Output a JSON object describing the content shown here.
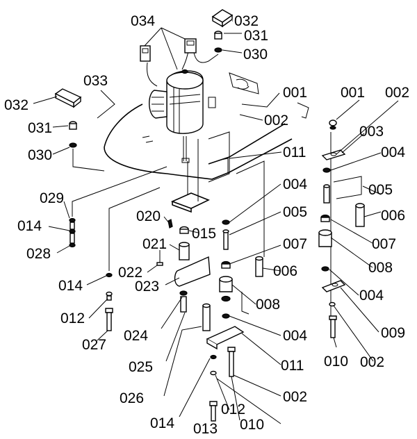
{
  "diagram": {
    "callouts": [
      {
        "id": "c034",
        "label": "034"
      },
      {
        "id": "c032a",
        "label": "032"
      },
      {
        "id": "c031a",
        "label": "031"
      },
      {
        "id": "c030a",
        "label": "030"
      },
      {
        "id": "c033",
        "label": "033"
      },
      {
        "id": "c032b",
        "label": "032"
      },
      {
        "id": "c031b",
        "label": "031"
      },
      {
        "id": "c030b",
        "label": "030"
      },
      {
        "id": "c001a",
        "label": "001"
      },
      {
        "id": "c002a",
        "label": "002"
      },
      {
        "id": "c001b",
        "label": "001"
      },
      {
        "id": "c002b",
        "label": "002"
      },
      {
        "id": "c003",
        "label": "003"
      },
      {
        "id": "c004a",
        "label": "004"
      },
      {
        "id": "c011a",
        "label": "011"
      },
      {
        "id": "c004b",
        "label": "004"
      },
      {
        "id": "c005a",
        "label": "005"
      },
      {
        "id": "c005b",
        "label": "005"
      },
      {
        "id": "c006a",
        "label": "006"
      },
      {
        "id": "c029",
        "label": "029"
      },
      {
        "id": "c014a",
        "label": "014"
      },
      {
        "id": "c028",
        "label": "028"
      },
      {
        "id": "c020",
        "label": "020"
      },
      {
        "id": "c015",
        "label": "015"
      },
      {
        "id": "c021",
        "label": "021"
      },
      {
        "id": "c007a",
        "label": "007"
      },
      {
        "id": "c007b",
        "label": "007"
      },
      {
        "id": "c022",
        "label": "022"
      },
      {
        "id": "c008a",
        "label": "008"
      },
      {
        "id": "c006b",
        "label": "006"
      },
      {
        "id": "c014b",
        "label": "014"
      },
      {
        "id": "c023",
        "label": "023"
      },
      {
        "id": "c004c",
        "label": "004"
      },
      {
        "id": "c008b",
        "label": "008"
      },
      {
        "id": "c012a",
        "label": "012"
      },
      {
        "id": "c009",
        "label": "009"
      },
      {
        "id": "c024",
        "label": "024"
      },
      {
        "id": "c004d",
        "label": "004"
      },
      {
        "id": "c027",
        "label": "027"
      },
      {
        "id": "c025",
        "label": "025"
      },
      {
        "id": "c011b",
        "label": "011"
      },
      {
        "id": "c010a",
        "label": "010"
      },
      {
        "id": "c002c",
        "label": "002"
      },
      {
        "id": "c026",
        "label": "026"
      },
      {
        "id": "c002d",
        "label": "002"
      },
      {
        "id": "c012b",
        "label": "012"
      },
      {
        "id": "c014c",
        "label": "014"
      },
      {
        "id": "c013",
        "label": "013"
      },
      {
        "id": "c010b",
        "label": "010"
      }
    ]
  }
}
